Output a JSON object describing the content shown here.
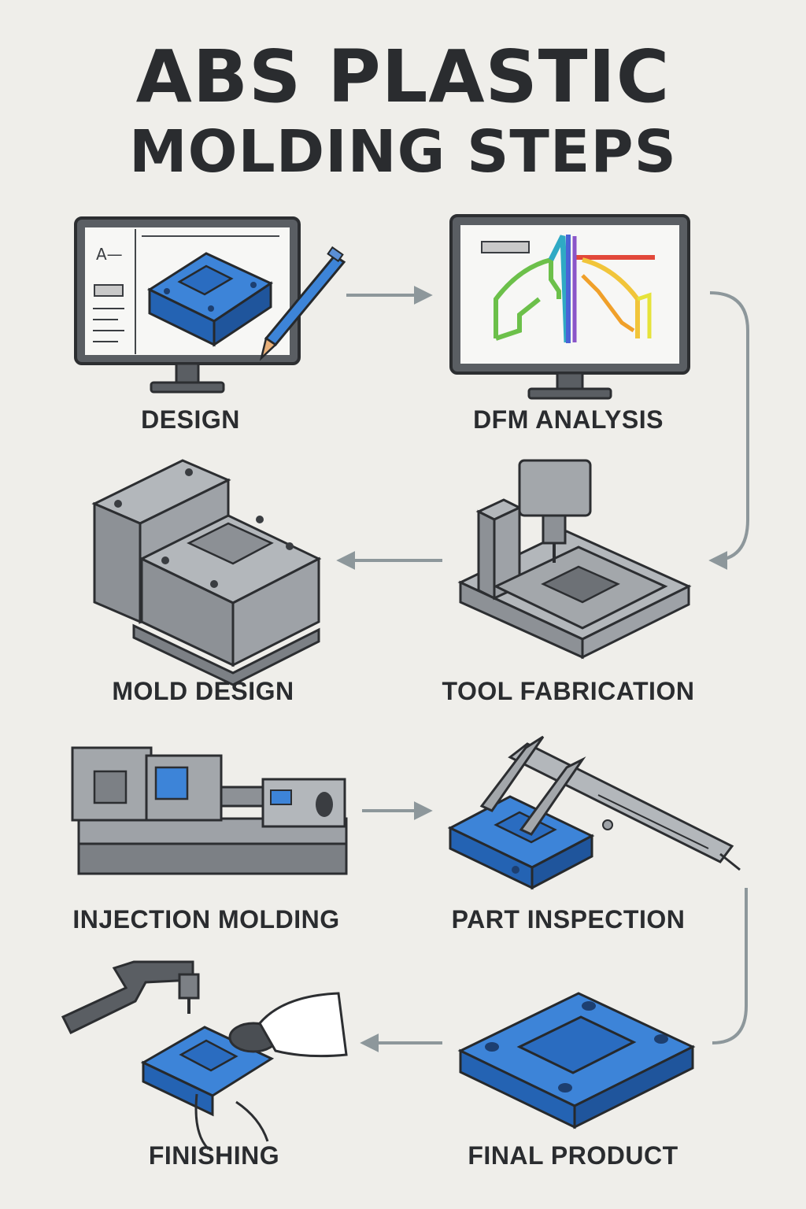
{
  "title": {
    "line1": "ABS PLASTIC",
    "line2": "MOLDING STEPS"
  },
  "colors": {
    "blue": "#2f73c8",
    "gray": "#8c9196",
    "dark": "#33363a",
    "arrow": "#8d979b",
    "bg": "#efeeea"
  },
  "design_screen": {
    "label_text": "A—"
  },
  "steps": [
    {
      "label": "DESIGN",
      "icon": "monitor-cad-icon"
    },
    {
      "label": "DFM ANALYSIS",
      "icon": "monitor-analysis-icon"
    },
    {
      "label": "MOLD DESIGN",
      "icon": "mold-block-icon"
    },
    {
      "label": "TOOL FABRICATION",
      "icon": "cnc-machine-icon"
    },
    {
      "label": "INJECTION MOLDING",
      "icon": "injection-machine-icon"
    },
    {
      "label": "PART INSPECTION",
      "icon": "caliper-icon"
    },
    {
      "label": "FINISHING",
      "icon": "hand-tool-icon"
    },
    {
      "label": "FINAL PRODUCT",
      "icon": "blue-part-icon"
    }
  ]
}
